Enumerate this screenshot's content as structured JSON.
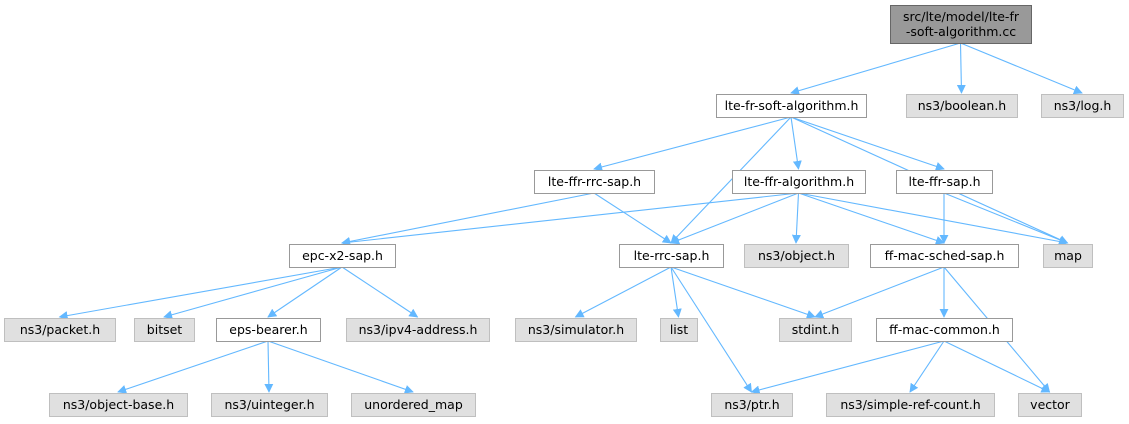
{
  "diagram": {
    "type": "include-dependency-graph",
    "colors": {
      "root_fill": "#999999",
      "internal_fill": "#ffffff",
      "external_fill": "#e0e0e0",
      "border": "#999999",
      "root_border": "#666666",
      "edge": "#63b8ff"
    },
    "nodes": [
      {
        "id": "root",
        "lines": [
          "src/lte/model/lte-fr",
          "-soft-algorithm.cc"
        ],
        "kind": "root"
      },
      {
        "id": "lte-fr-soft-algorithm-h",
        "lines": [
          "lte-fr-soft-algorithm.h"
        ],
        "kind": "internal"
      },
      {
        "id": "ns3-boolean-h",
        "lines": [
          "ns3/boolean.h"
        ],
        "kind": "external"
      },
      {
        "id": "ns3-log-h",
        "lines": [
          "ns3/log.h"
        ],
        "kind": "external"
      },
      {
        "id": "lte-ffr-rrc-sap-h",
        "lines": [
          "lte-ffr-rrc-sap.h"
        ],
        "kind": "internal"
      },
      {
        "id": "lte-ffr-algorithm-h",
        "lines": [
          "lte-ffr-algorithm.h"
        ],
        "kind": "internal"
      },
      {
        "id": "lte-ffr-sap-h",
        "lines": [
          "lte-ffr-sap.h"
        ],
        "kind": "internal"
      },
      {
        "id": "epc-x2-sap-h",
        "lines": [
          "epc-x2-sap.h"
        ],
        "kind": "internal"
      },
      {
        "id": "lte-rrc-sap-h",
        "lines": [
          "lte-rrc-sap.h"
        ],
        "kind": "internal"
      },
      {
        "id": "ns3-object-h",
        "lines": [
          "ns3/object.h"
        ],
        "kind": "external"
      },
      {
        "id": "ff-mac-sched-sap-h",
        "lines": [
          "ff-mac-sched-sap.h"
        ],
        "kind": "internal"
      },
      {
        "id": "map",
        "lines": [
          "map"
        ],
        "kind": "external"
      },
      {
        "id": "ns3-packet-h",
        "lines": [
          "ns3/packet.h"
        ],
        "kind": "external"
      },
      {
        "id": "bitset",
        "lines": [
          "bitset"
        ],
        "kind": "external"
      },
      {
        "id": "eps-bearer-h",
        "lines": [
          "eps-bearer.h"
        ],
        "kind": "internal"
      },
      {
        "id": "ns3-ipv4-address-h",
        "lines": [
          "ns3/ipv4-address.h"
        ],
        "kind": "external"
      },
      {
        "id": "ns3-simulator-h",
        "lines": [
          "ns3/simulator.h"
        ],
        "kind": "external"
      },
      {
        "id": "list",
        "lines": [
          "list"
        ],
        "kind": "external"
      },
      {
        "id": "stdint-h",
        "lines": [
          "stdint.h"
        ],
        "kind": "external"
      },
      {
        "id": "ff-mac-common-h",
        "lines": [
          "ff-mac-common.h"
        ],
        "kind": "internal"
      },
      {
        "id": "ns3-object-base-h",
        "lines": [
          "ns3/object-base.h"
        ],
        "kind": "external"
      },
      {
        "id": "ns3-uinteger-h",
        "lines": [
          "ns3/uinteger.h"
        ],
        "kind": "external"
      },
      {
        "id": "unordered-map",
        "lines": [
          "unordered_map"
        ],
        "kind": "external"
      },
      {
        "id": "ns3-ptr-h",
        "lines": [
          "ns3/ptr.h"
        ],
        "kind": "external"
      },
      {
        "id": "ns3-simple-ref-count-h",
        "lines": [
          "ns3/simple-ref-count.h"
        ],
        "kind": "external"
      },
      {
        "id": "vector",
        "lines": [
          "vector"
        ],
        "kind": "external"
      }
    ],
    "edges": [
      [
        "root",
        "lte-fr-soft-algorithm-h"
      ],
      [
        "root",
        "ns3-boolean-h"
      ],
      [
        "root",
        "ns3-log-h"
      ],
      [
        "lte-fr-soft-algorithm-h",
        "lte-ffr-rrc-sap-h"
      ],
      [
        "lte-fr-soft-algorithm-h",
        "lte-ffr-algorithm-h"
      ],
      [
        "lte-fr-soft-algorithm-h",
        "lte-ffr-sap-h"
      ],
      [
        "lte-fr-soft-algorithm-h",
        "lte-rrc-sap-h"
      ],
      [
        "lte-fr-soft-algorithm-h",
        "map"
      ],
      [
        "lte-ffr-rrc-sap-h",
        "epc-x2-sap-h"
      ],
      [
        "lte-ffr-rrc-sap-h",
        "lte-rrc-sap-h"
      ],
      [
        "lte-ffr-algorithm-h",
        "epc-x2-sap-h"
      ],
      [
        "lte-ffr-algorithm-h",
        "lte-rrc-sap-h"
      ],
      [
        "lte-ffr-algorithm-h",
        "ns3-object-h"
      ],
      [
        "lte-ffr-algorithm-h",
        "ff-mac-sched-sap-h"
      ],
      [
        "lte-ffr-algorithm-h",
        "map"
      ],
      [
        "lte-ffr-sap-h",
        "ff-mac-sched-sap-h"
      ],
      [
        "lte-ffr-sap-h",
        "map"
      ],
      [
        "epc-x2-sap-h",
        "ns3-packet-h"
      ],
      [
        "epc-x2-sap-h",
        "bitset"
      ],
      [
        "epc-x2-sap-h",
        "eps-bearer-h"
      ],
      [
        "epc-x2-sap-h",
        "ns3-ipv4-address-h"
      ],
      [
        "lte-rrc-sap-h",
        "ns3-simulator-h"
      ],
      [
        "lte-rrc-sap-h",
        "list"
      ],
      [
        "lte-rrc-sap-h",
        "stdint-h"
      ],
      [
        "lte-rrc-sap-h",
        "ns3-ptr-h"
      ],
      [
        "ff-mac-sched-sap-h",
        "stdint-h"
      ],
      [
        "ff-mac-sched-sap-h",
        "ff-mac-common-h"
      ],
      [
        "ff-mac-sched-sap-h",
        "vector"
      ],
      [
        "eps-bearer-h",
        "ns3-object-base-h"
      ],
      [
        "eps-bearer-h",
        "ns3-uinteger-h"
      ],
      [
        "eps-bearer-h",
        "unordered-map"
      ],
      [
        "ff-mac-common-h",
        "ns3-ptr-h"
      ],
      [
        "ff-mac-common-h",
        "ns3-simple-ref-count-h"
      ],
      [
        "ff-mac-common-h",
        "vector"
      ]
    ]
  }
}
